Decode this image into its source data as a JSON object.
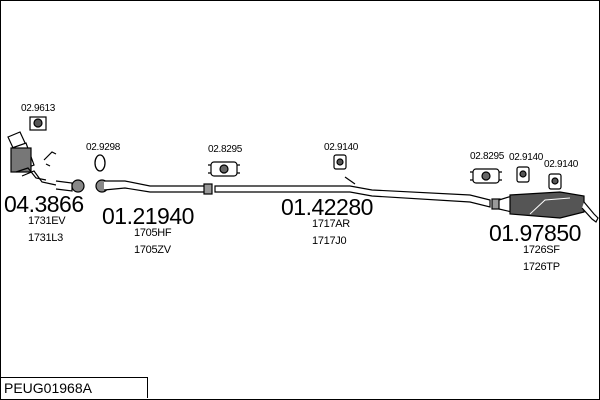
{
  "reference": "PEUG01968A",
  "parts": [
    {
      "number": "04.3866",
      "codes": [
        "1731EV",
        "1731L3"
      ]
    },
    {
      "number": "01.21940",
      "codes": [
        "1705HF",
        "1705ZV"
      ]
    },
    {
      "number": "01.42280",
      "codes": [
        "1717AR",
        "1717J0"
      ]
    },
    {
      "number": "01.97850",
      "codes": [
        "1726SF",
        "1726TP"
      ]
    }
  ],
  "accessories": [
    "02.9613",
    "02.9298",
    "02.8295",
    "02.9140",
    "02.8295",
    "02.9140",
    "02.9140"
  ]
}
